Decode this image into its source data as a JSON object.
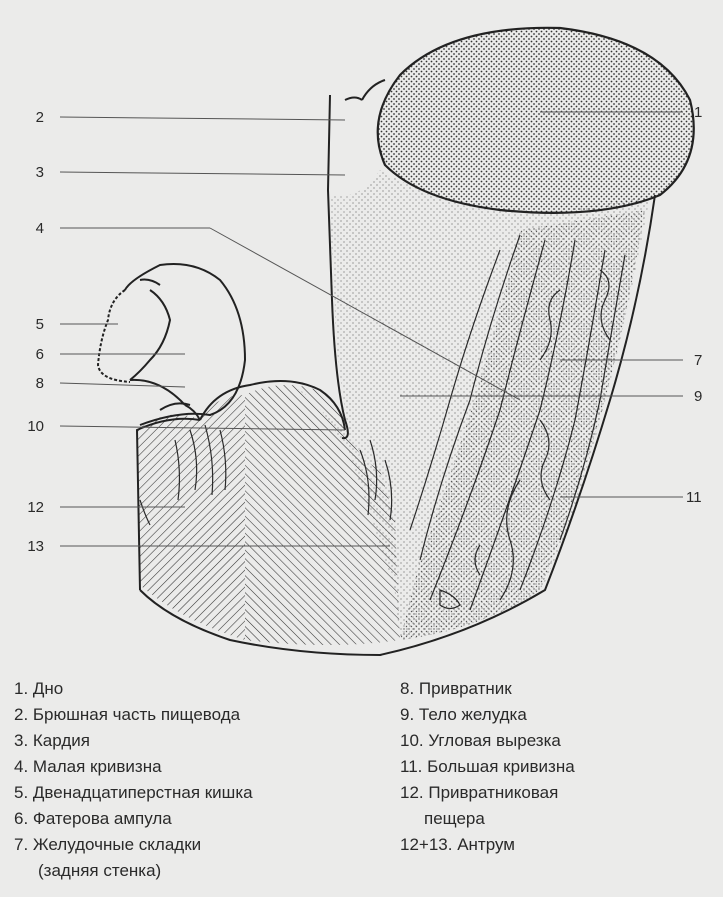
{
  "diagram": {
    "callout_numbers": [
      "1",
      "2",
      "3",
      "4",
      "5",
      "6",
      "7",
      "8",
      "9",
      "10",
      "11",
      "12",
      "13"
    ]
  },
  "legend": {
    "left": [
      "1. Дно",
      "2. Брюшная часть пищевода",
      "3. Кардия",
      "4. Малая кривизна",
      "5. Двенадцатиперстная кишка",
      "6. Фатерова ампула",
      "7. Желудочные складки",
      "(задняя стенка)"
    ],
    "right": [
      "8. Привратник",
      "9. Тело желудка",
      "10. Угловая вырезка",
      "11. Большая кривизна",
      "12. Привратниковая",
      "пещера",
      "12+13. Антрум"
    ]
  },
  "colors": {
    "background": "#ebebea",
    "ink": "#2a2a2a"
  }
}
